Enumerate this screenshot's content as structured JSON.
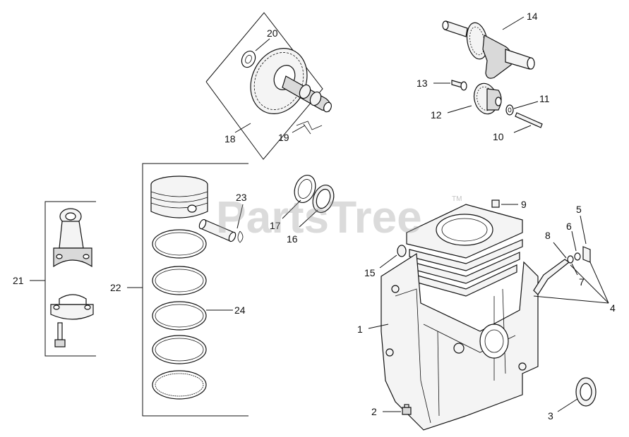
{
  "watermark": {
    "text": "PartsTree",
    "trademark": "TM"
  },
  "callouts": {
    "c1": "1",
    "c2": "2",
    "c3": "3",
    "c4": "4",
    "c5": "5",
    "c6": "6",
    "c7": "7",
    "c8": "8",
    "c9": "9",
    "c10": "10",
    "c11": "11",
    "c12": "12",
    "c13": "13",
    "c14": "14",
    "c15": "15",
    "c16": "16",
    "c17": "17",
    "c18": "18",
    "c19": "19",
    "c20": "20",
    "c21": "21",
    "c22": "22",
    "c23": "23",
    "c24": "24"
  },
  "colors": {
    "ink": "#111111",
    "part_fill": "#f4f4f4",
    "shade": "#d9d9d9",
    "watermark": "#9a9a9a"
  }
}
